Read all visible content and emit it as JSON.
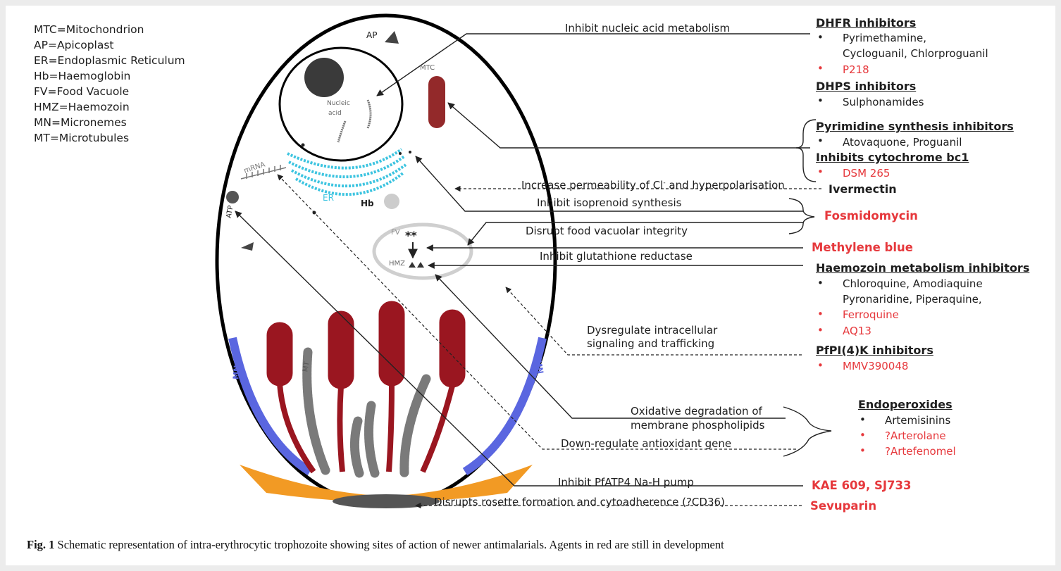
{
  "legend": [
    "MTC=Mitochondrion",
    "AP=Apicoplast",
    "ER=Endoplasmic Reticulum",
    "Hb=Haemoglobin",
    "FV=Food Vacuole",
    "HMZ=Haemozoin",
    "MN=Micronemes",
    "MT=Microtubules"
  ],
  "cell_labels": {
    "ap": "AP",
    "mtc": "MTC",
    "nucleic": "Nucleic",
    "acid": "acid",
    "mrna": "mRNA",
    "er": "ER",
    "hb": "Hb",
    "fv": "FV",
    "hmz": "HMZ",
    "atp": "ATP",
    "mn_left": "MN",
    "mn_right": "MN",
    "mt": "MT",
    "stars": "**"
  },
  "actions": {
    "a1": "Inhibit nucleic acid metabolism",
    "a2": "Increase permeability of Cl",
    "a2_sup": "-",
    "a2_tail": " and hyperpolarisation",
    "a3": "Inhibit isoprenoid synthesis",
    "a4": "Disrupt food vacuolar integrity",
    "a5": "Inhibit glutathione reductase",
    "a6_l1": "Dysregulate intracellular",
    "a6_l2": "signaling and trafficking",
    "a7_l1": "Oxidative degradation of",
    "a7_l2": "membrane phospholipids",
    "a8": "Down-regulate antioxidant gene",
    "a9": "Inhibit PfATP4 Na-H pump",
    "a10": "Disrupts rosette formation and cytoadherence (?CD36)"
  },
  "drugs": {
    "dhfr": {
      "header": "DHFR inhibitors",
      "items": [
        "Pyrimethamine,",
        "Cycloguanil, Chlorproguanil",
        "P218"
      ]
    },
    "dhps": {
      "header": "DHPS inhibitors",
      "items": [
        "Sulphonamides"
      ]
    },
    "pyr": {
      "header": "Pyrimidine synthesis inhibitors",
      "items": [
        "Atovaquone, Proguanil"
      ]
    },
    "bc1": {
      "header": "Inhibits cytochrome bc1",
      "items": [
        "DSM 265"
      ]
    },
    "ivermectin": "Ivermectin",
    "fosmidomycin": "Fosmidomycin",
    "methylene": "Methylene blue",
    "hmz": {
      "header": "Haemozoin metabolism inhibitors",
      "items": [
        "Chloroquine, Amodiaquine",
        "Pyronaridine, Piperaquine,",
        "Ferroquine",
        "AQ13"
      ]
    },
    "pfpi": {
      "header": "PfPI(4)K inhibitors",
      "items": [
        "MMV390048"
      ]
    },
    "endo": {
      "header": "Endoperoxides",
      "items": [
        "Artemisinins",
        "?Arterolane",
        "?Artefenomel"
      ]
    },
    "kae": "KAE 609, SJ733",
    "sevuparin": "Sevuparin"
  },
  "bullet": "•",
  "caption": {
    "label": "Fig. 1",
    "text": " Schematic representation of intra-erythrocytic trophozoite showing sites of action of newer antimalarials. Agents in red are still in development"
  },
  "colors": {
    "drug_in_development": "#e6383c",
    "approved_drug": "#1e1e1e",
    "micronemes": "#5a66e0",
    "rhoptries": "#9a1620",
    "microtubules": "#7a7a7a",
    "er": "#3cc4e0",
    "base": "#f29a24"
  }
}
